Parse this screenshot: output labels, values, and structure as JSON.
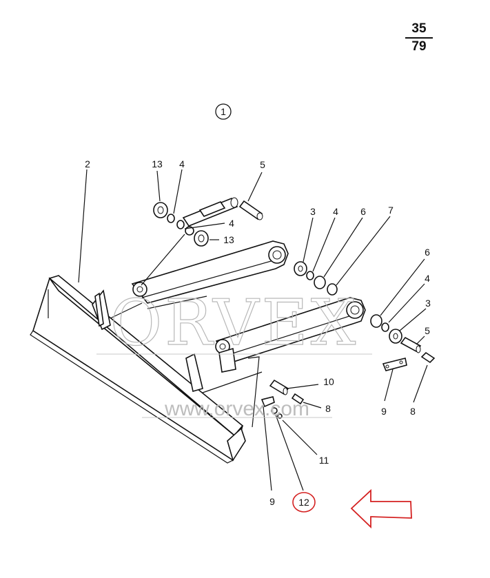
{
  "page_number": {
    "numerator": "35",
    "denominator": "79"
  },
  "group_marker": "1",
  "callouts": {
    "c2": "2",
    "c13a": "13",
    "c4a": "4",
    "c5a": "5",
    "c4b": "4",
    "c13b": "13",
    "c3a": "3",
    "c4c": "4",
    "c6a": "6",
    "c7": "7",
    "c6b": "6",
    "c4d": "4",
    "c3b": "3",
    "c5b": "5",
    "c9a": "9",
    "c8a": "8",
    "c10": "10",
    "c8b": "8",
    "c11": "11",
    "c9b": "9",
    "c12": "12"
  },
  "highlight": {
    "circled_callout": "12",
    "color": "#d42020"
  },
  "watermark": {
    "brand": "ORVEX",
    "url": "www.orvex.com"
  }
}
